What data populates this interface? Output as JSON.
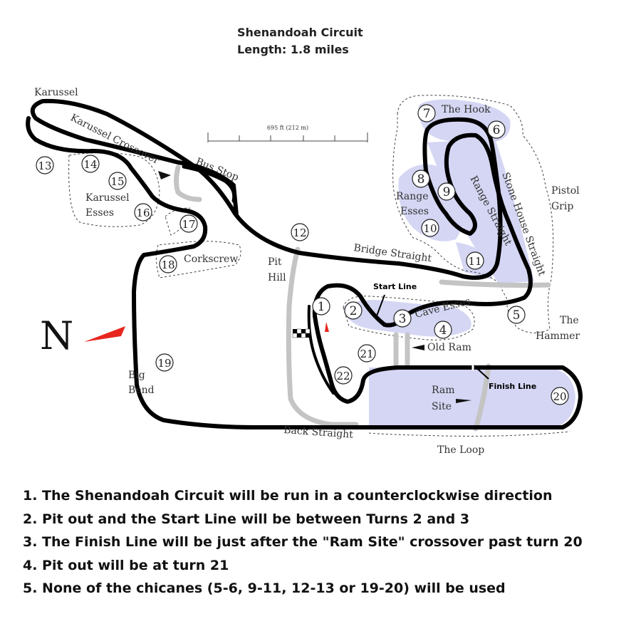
{
  "header": {
    "title": "Shenandoah Circuit",
    "length": "Length: 1.8 miles"
  },
  "scale": "695 ft (212 m)",
  "compass": "N",
  "labels": {
    "karussel": "Karussel",
    "karussel_crossover": "Karussel Crossover",
    "bus_stop": "Bus Stop",
    "karussel_esses_1": "Karussel",
    "karussel_esses_2": "Esses",
    "corkscrew": "Corkscrew",
    "pit_hill_1": "Pit",
    "pit_hill_2": "Hill",
    "bridge_straight": "Bridge Straight",
    "the_hook": "The Hook",
    "range_esses_1": "Range",
    "range_esses_2": "Esses",
    "range_straight": "Range Straight",
    "stone_house_straight": "Stone House Straight",
    "pistol_grip_1": "Pistol",
    "pistol_grip_2": "Grip",
    "start_line": "Start Line",
    "cave_esses": "Cave Esses",
    "the_hammer_1": "The",
    "the_hammer_2": "Hammer",
    "old_ram": "Old Ram",
    "finish_line": "Finish Line",
    "ram_site_1": "Ram",
    "ram_site_2": "Site",
    "big_bend_1": "Big",
    "big_bend_2": "Bend",
    "back_straight": "Back Straight",
    "the_loop": "The Loop"
  },
  "turns": [
    "1",
    "2",
    "3",
    "4",
    "5",
    "6",
    "7",
    "8",
    "9",
    "10",
    "11",
    "12",
    "13",
    "14",
    "15",
    "16",
    "17",
    "18",
    "19",
    "20",
    "21",
    "22"
  ],
  "colors": {
    "track": "#000000",
    "zone_fill": "#d4d6f3",
    "pit_lane": "#c4c4c4",
    "north_arrow": "#e8261e"
  },
  "rules": [
    "1. The Shenandoah Circuit will be run in a counterclockwise direction",
    "2. Pit out and the Start Line will be between Turns 2 and 3",
    "3. The Finish Line will be just after the \"Ram Site\" crossover past turn 20",
    "4. Pit out will be at turn 21",
    "5. None of the chicanes (5-6, 9-11, 12-13 or 19-20) will be used"
  ]
}
